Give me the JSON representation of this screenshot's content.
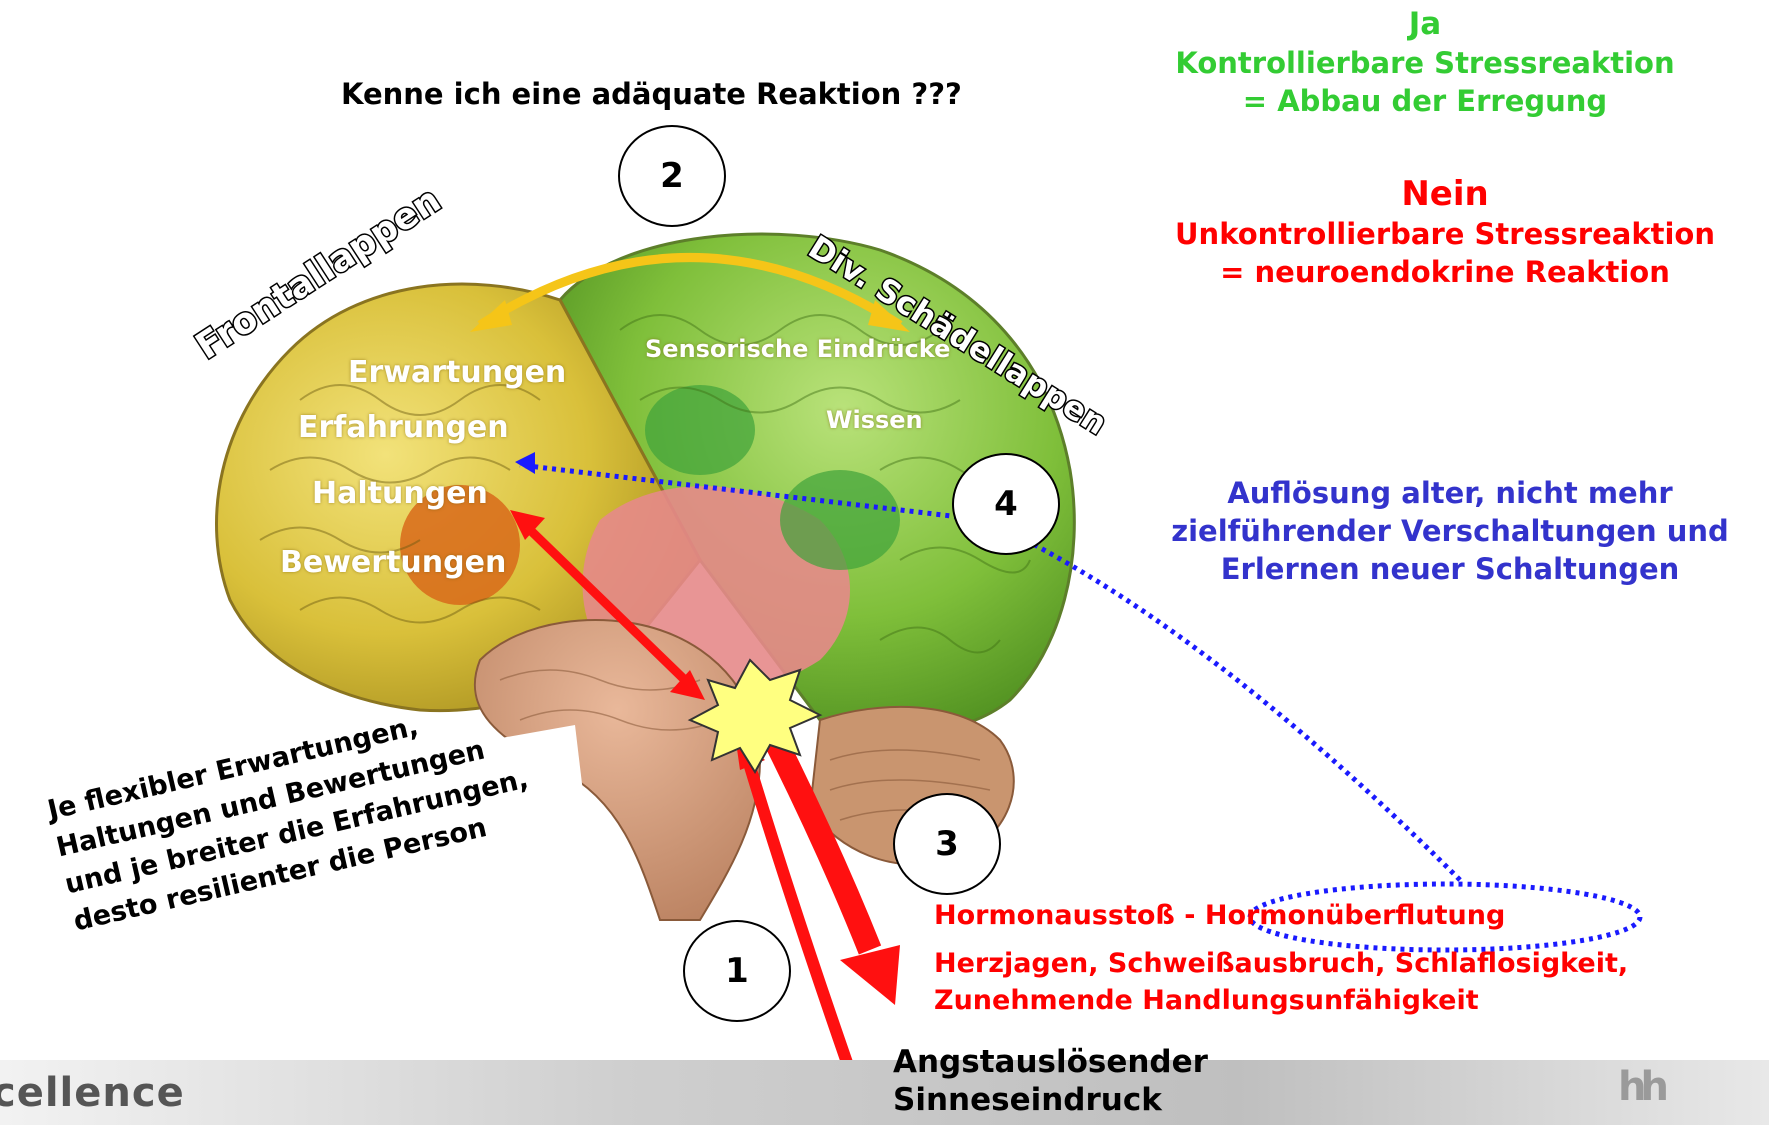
{
  "question": "Kenne ich eine adäquate Reaktion ???",
  "yes": {
    "title": "Ja",
    "line1": "Kontrollierbare Stressreaktion",
    "line2": "= Abbau der Erregung",
    "color": "#33cc33"
  },
  "no": {
    "title": "Nein",
    "line1": "Unkontrollierbare Stressreaktion",
    "line2": "= neuroendokrine Reaktion",
    "color": "#ff0000"
  },
  "lobes": {
    "frontal": "Frontallappen",
    "other": "Div. Schädellappen"
  },
  "brain_labels": {
    "erwartungen": "Erwartungen",
    "erfahrungen": "Erfahrungen",
    "haltungen": "Haltungen",
    "bewertungen": "Bewertungen",
    "sensorisch": "Sensorische Eindrücke",
    "wissen": "Wissen"
  },
  "steps": [
    "1",
    "2",
    "3",
    "4"
  ],
  "resolution": {
    "line1": "Auflösung alter, nicht mehr",
    "line2": "zielführender Verschaltungen und",
    "line3": "Erlernen neuer Schaltungen",
    "color": "#3333cc"
  },
  "hormone": {
    "line1a": "Hormonausstoß - ",
    "line1b": "Hormonüberflutung",
    "line2": "Herzjagen, Schweißausbruch, Schlaflosigkeit,",
    "line3": "Zunehmende Handlungsunfähigkeit"
  },
  "trigger": {
    "line1": "Angstauslösender",
    "line2": "Sinneseindruck"
  },
  "resilience_note": {
    "line1": "Je flexibler Erwartungen,",
    "line2": "Haltungen und Bewertungen",
    "line3": "und je breiter die Erfahrungen,",
    "line4": "desto resilienter die Person"
  },
  "footer": {
    "logo_left": "cellence",
    "logo_right": "hh"
  }
}
